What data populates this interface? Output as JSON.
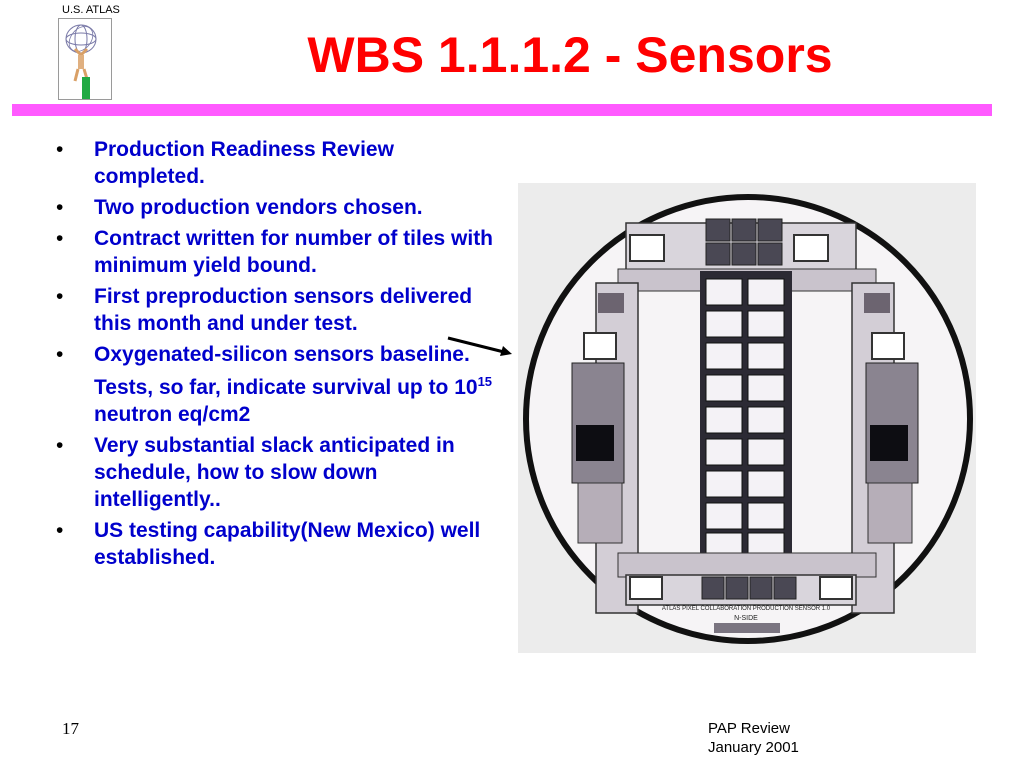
{
  "header": {
    "org_label": "U.S. ATLAS",
    "title": "WBS 1.1.1.2 - Sensors"
  },
  "bullets": [
    {
      "text": "Production Readiness Review completed."
    },
    {
      "text": "Two production vendors chosen."
    },
    {
      "text": "Contract written for number of tiles with minimum yield bound."
    },
    {
      "text": "First preproduction sensors delivered this month and under test."
    },
    {
      "text_before": "Oxygenated-silicon sensors baseline. Tests, so far, indicate survival up to 10",
      "sup": "15",
      "text_after": " neutron eq/cm2"
    },
    {
      "text": "Very substantial slack anticipated in schedule, how to slow down intelligently.."
    },
    {
      "text": "US testing capability(New Mexico) well established."
    }
  ],
  "image": {
    "wafer_caption": "ATLAS PIXEL COLLABORATION PRODUCTION SENSOR 1.0",
    "wafer_side": "N-SIDE"
  },
  "footer": {
    "page_number": "17",
    "event": "PAP Review",
    "date": "January 2001"
  },
  "colors": {
    "title": "#ff0000",
    "rule": "#ff5aff",
    "bullet_text": "#0000cc"
  }
}
